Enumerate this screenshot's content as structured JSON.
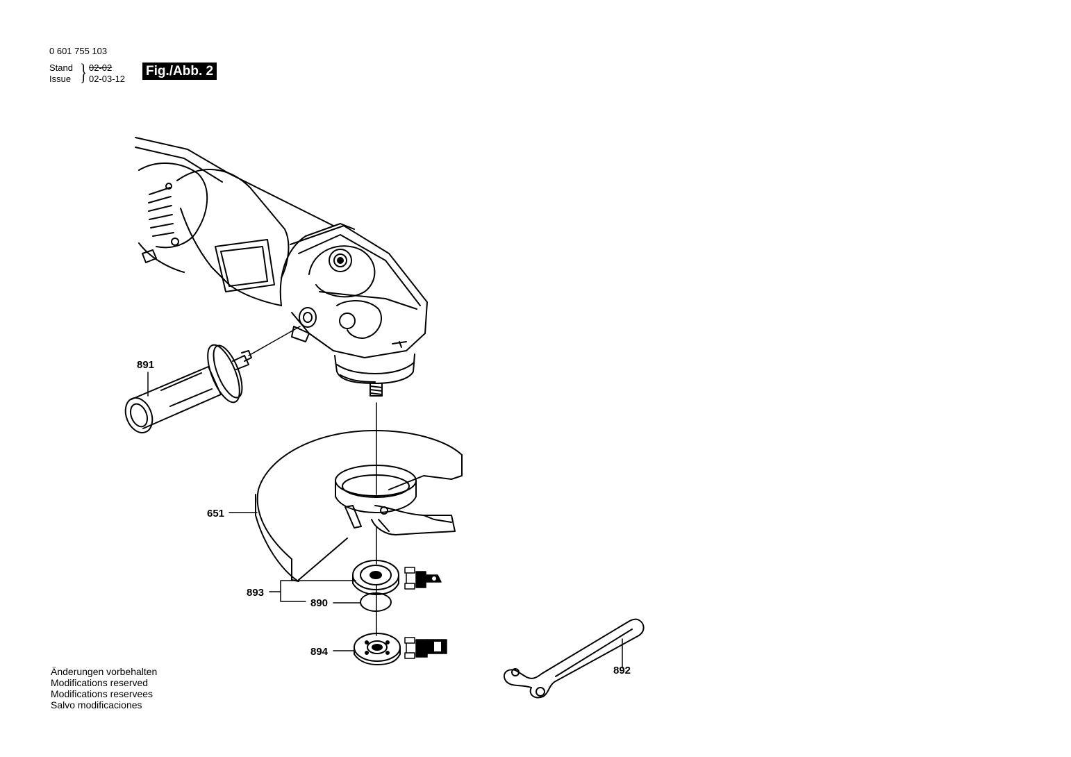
{
  "header": {
    "part_number": "0 601 755 103",
    "stand_label": "Stand",
    "issue_label": "Issue",
    "stand_date": "02-02",
    "issue_date": "02-03-12",
    "figure_label": "Fig./Abb. 2"
  },
  "callouts": {
    "handle": "891",
    "guard": "651",
    "flange_set": "893",
    "o_ring": "890",
    "clamp_nut": "894",
    "spanner": "892"
  },
  "footer": {
    "lines": [
      "Änderungen vorbehalten",
      "Modifications reserved",
      "Modifications reservees",
      "Salvo modificaciones"
    ]
  }
}
